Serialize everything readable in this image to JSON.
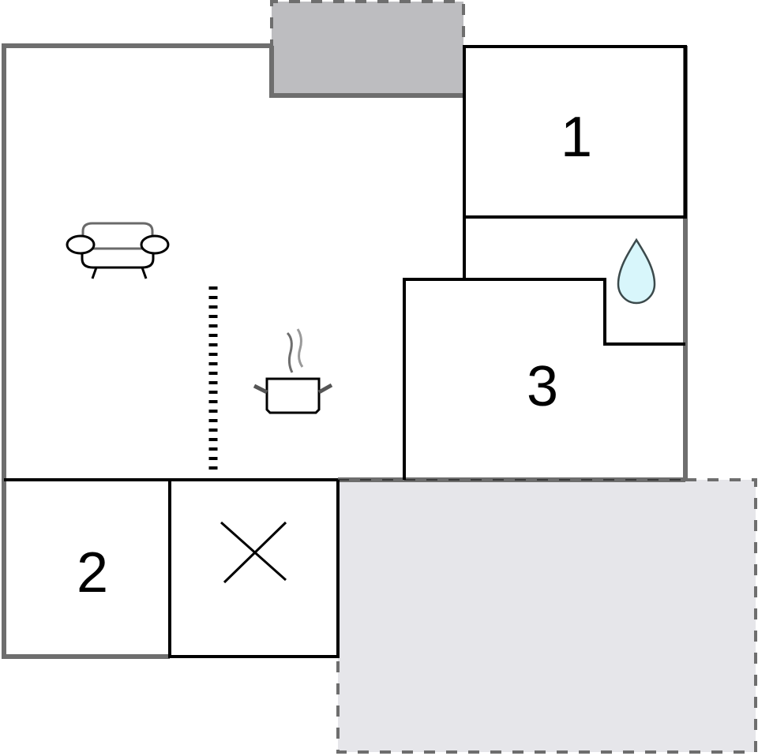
{
  "floor_plan": {
    "colors": {
      "outer_wall": "#6e6e6e",
      "inner_wall": "#000000",
      "balcony_fill": "#bdbdc0",
      "terrace_fill": "#e6e6ea",
      "dashed_border": "#6e6e6e",
      "water_drop_fill": "#d8f6fb",
      "water_drop_stroke": "#3c4a4c"
    },
    "rooms": [
      {
        "id": "living-kitchen",
        "label": "",
        "icons": [
          "sofa-icon",
          "cooking-pot-icon"
        ]
      },
      {
        "id": "bedroom-1",
        "label": "1"
      },
      {
        "id": "bedroom-2",
        "label": "2"
      },
      {
        "id": "bedroom-3",
        "label": "3"
      },
      {
        "id": "bathroom",
        "label": "",
        "icons": [
          "water-drop-icon"
        ]
      },
      {
        "id": "storage",
        "label": "",
        "icons": [
          "cross-icon"
        ]
      },
      {
        "id": "balcony",
        "label": ""
      },
      {
        "id": "terrace",
        "label": ""
      }
    ],
    "labels": {
      "room1": "1",
      "room2": "2",
      "room3": "3"
    }
  }
}
